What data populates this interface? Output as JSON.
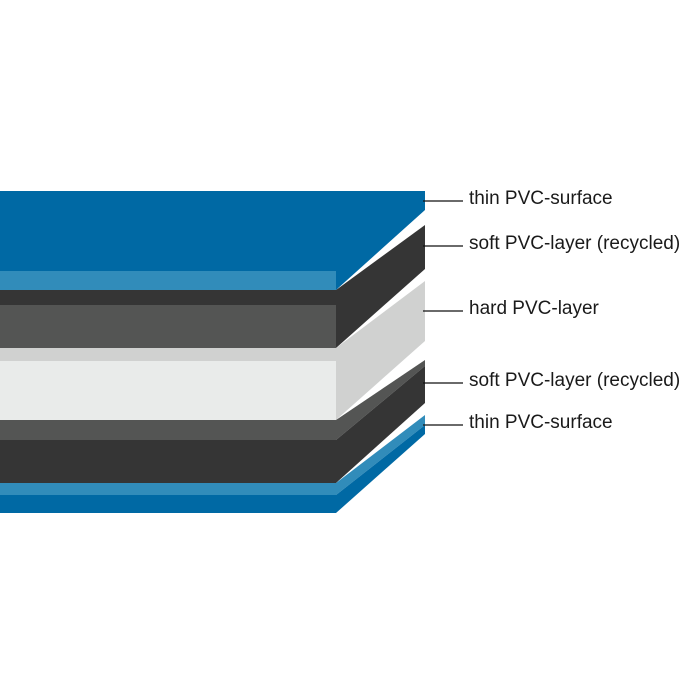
{
  "title": "PVC layer structure",
  "layers": [
    {
      "label": "thin PVC-surface",
      "color": "#0069a4",
      "accent": "#318cba"
    },
    {
      "label": "soft PVC-layer (recycled)",
      "color": "#353535",
      "accent": "#545554"
    },
    {
      "label": "hard PVC-layer",
      "color": "#e9ebea",
      "accent": "#d0d1d0"
    },
    {
      "label": "soft PVC-layer (recycled)",
      "color": "#353535",
      "accent": "#545554"
    },
    {
      "label": "thin PVC-surface",
      "color": "#0069a4",
      "accent": "#318cba"
    }
  ]
}
